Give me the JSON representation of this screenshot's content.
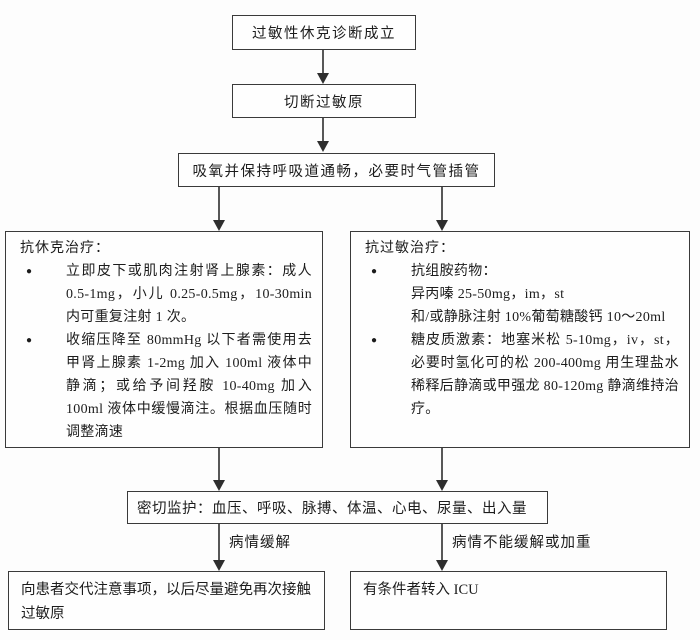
{
  "page": {
    "background": "#fdfdfd",
    "box_border_color": "#3a3a3a",
    "text_color": "#1c1c1c",
    "arrow_color": "#2e2e2e"
  },
  "flowchart": {
    "nodes": {
      "diagnosis": {
        "text": "过敏性休克诊断成立"
      },
      "cut_allergen": {
        "text": "切断过敏原"
      },
      "oxygen": {
        "text": "吸氧并保持呼吸道通畅，必要时气管插管"
      },
      "anti_shock": {
        "title": "抗休克治疗：",
        "bullet_marker": "●",
        "bullets": [
          "立即皮下或肌肉注射肾上腺素：成人 0.5-1mg，小儿 0.25-0.5mg，10-30min 内可重复注射 1 次。",
          "收缩压降至 80mmHg 以下者需使用去甲肾上腺素 1-2mg 加入 100ml 液体中静滴；或给予间羟胺 10-40mg 加入 100ml 液体中缓慢滴注。根据血压随时调整滴速"
        ]
      },
      "anti_allergy": {
        "title": "抗过敏治疗：",
        "bullet_marker": "●",
        "bullets": [
          "抗组胺药物：\n异丙嗪 25-50mg，im，st\n和/或静脉注射 10%葡萄糖酸钙 10～20ml",
          "糖皮质激素：地塞米松 5-10mg，iv，st，必要时氢化可的松 200-400mg 用生理盐水稀释后静滴或甲强龙 80-120mg 静滴维持治疗。"
        ]
      },
      "monitoring": {
        "text": "密切监护：血压、呼吸、脉搏、体温、心电、尿量、出入量"
      },
      "patient_education": {
        "text": "向患者交代注意事项，以后尽量避免再次接触过敏原"
      },
      "icu": {
        "text": "有条件者转入 ICU"
      }
    },
    "branch_labels": {
      "relieved": "病情缓解",
      "not_relieved": "病情不能缓解或加重"
    }
  }
}
